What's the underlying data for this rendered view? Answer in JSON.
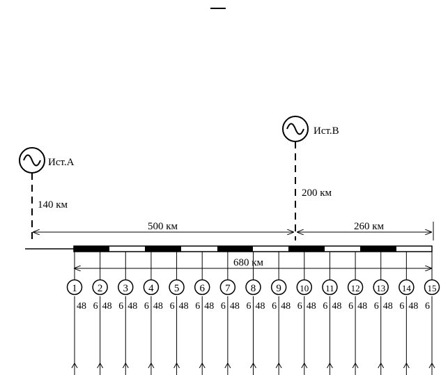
{
  "source_a": {
    "label": "Ист.А",
    "line_length": "140 км"
  },
  "source_b": {
    "label": "Ист.В",
    "line_length": "200 км"
  },
  "dimensions": {
    "left_span": "500 км",
    "right_span": "260 км",
    "total_span": "680 км"
  },
  "nodes": [
    {
      "id": "1",
      "left": "",
      "right": "48"
    },
    {
      "id": "2",
      "left": "6",
      "right": "48"
    },
    {
      "id": "3",
      "left": "6",
      "right": "48"
    },
    {
      "id": "4",
      "left": "6",
      "right": "48"
    },
    {
      "id": "5",
      "left": "6",
      "right": "48"
    },
    {
      "id": "6",
      "left": "6",
      "right": "48"
    },
    {
      "id": "7",
      "left": "6",
      "right": "48"
    },
    {
      "id": "8",
      "left": "6",
      "right": "48"
    },
    {
      "id": "9",
      "left": "6",
      "right": "48"
    },
    {
      "id": "10",
      "left": "6",
      "right": "48"
    },
    {
      "id": "11",
      "left": "6",
      "right": "48"
    },
    {
      "id": "12",
      "left": "6",
      "right": "48"
    },
    {
      "id": "13",
      "left": "6",
      "right": "48"
    },
    {
      "id": "14",
      "left": "6",
      "right": "48"
    },
    {
      "id": "15",
      "left": "6",
      "right": ""
    }
  ],
  "colors": {
    "ink": "#000000",
    "background": "#ffffff"
  }
}
